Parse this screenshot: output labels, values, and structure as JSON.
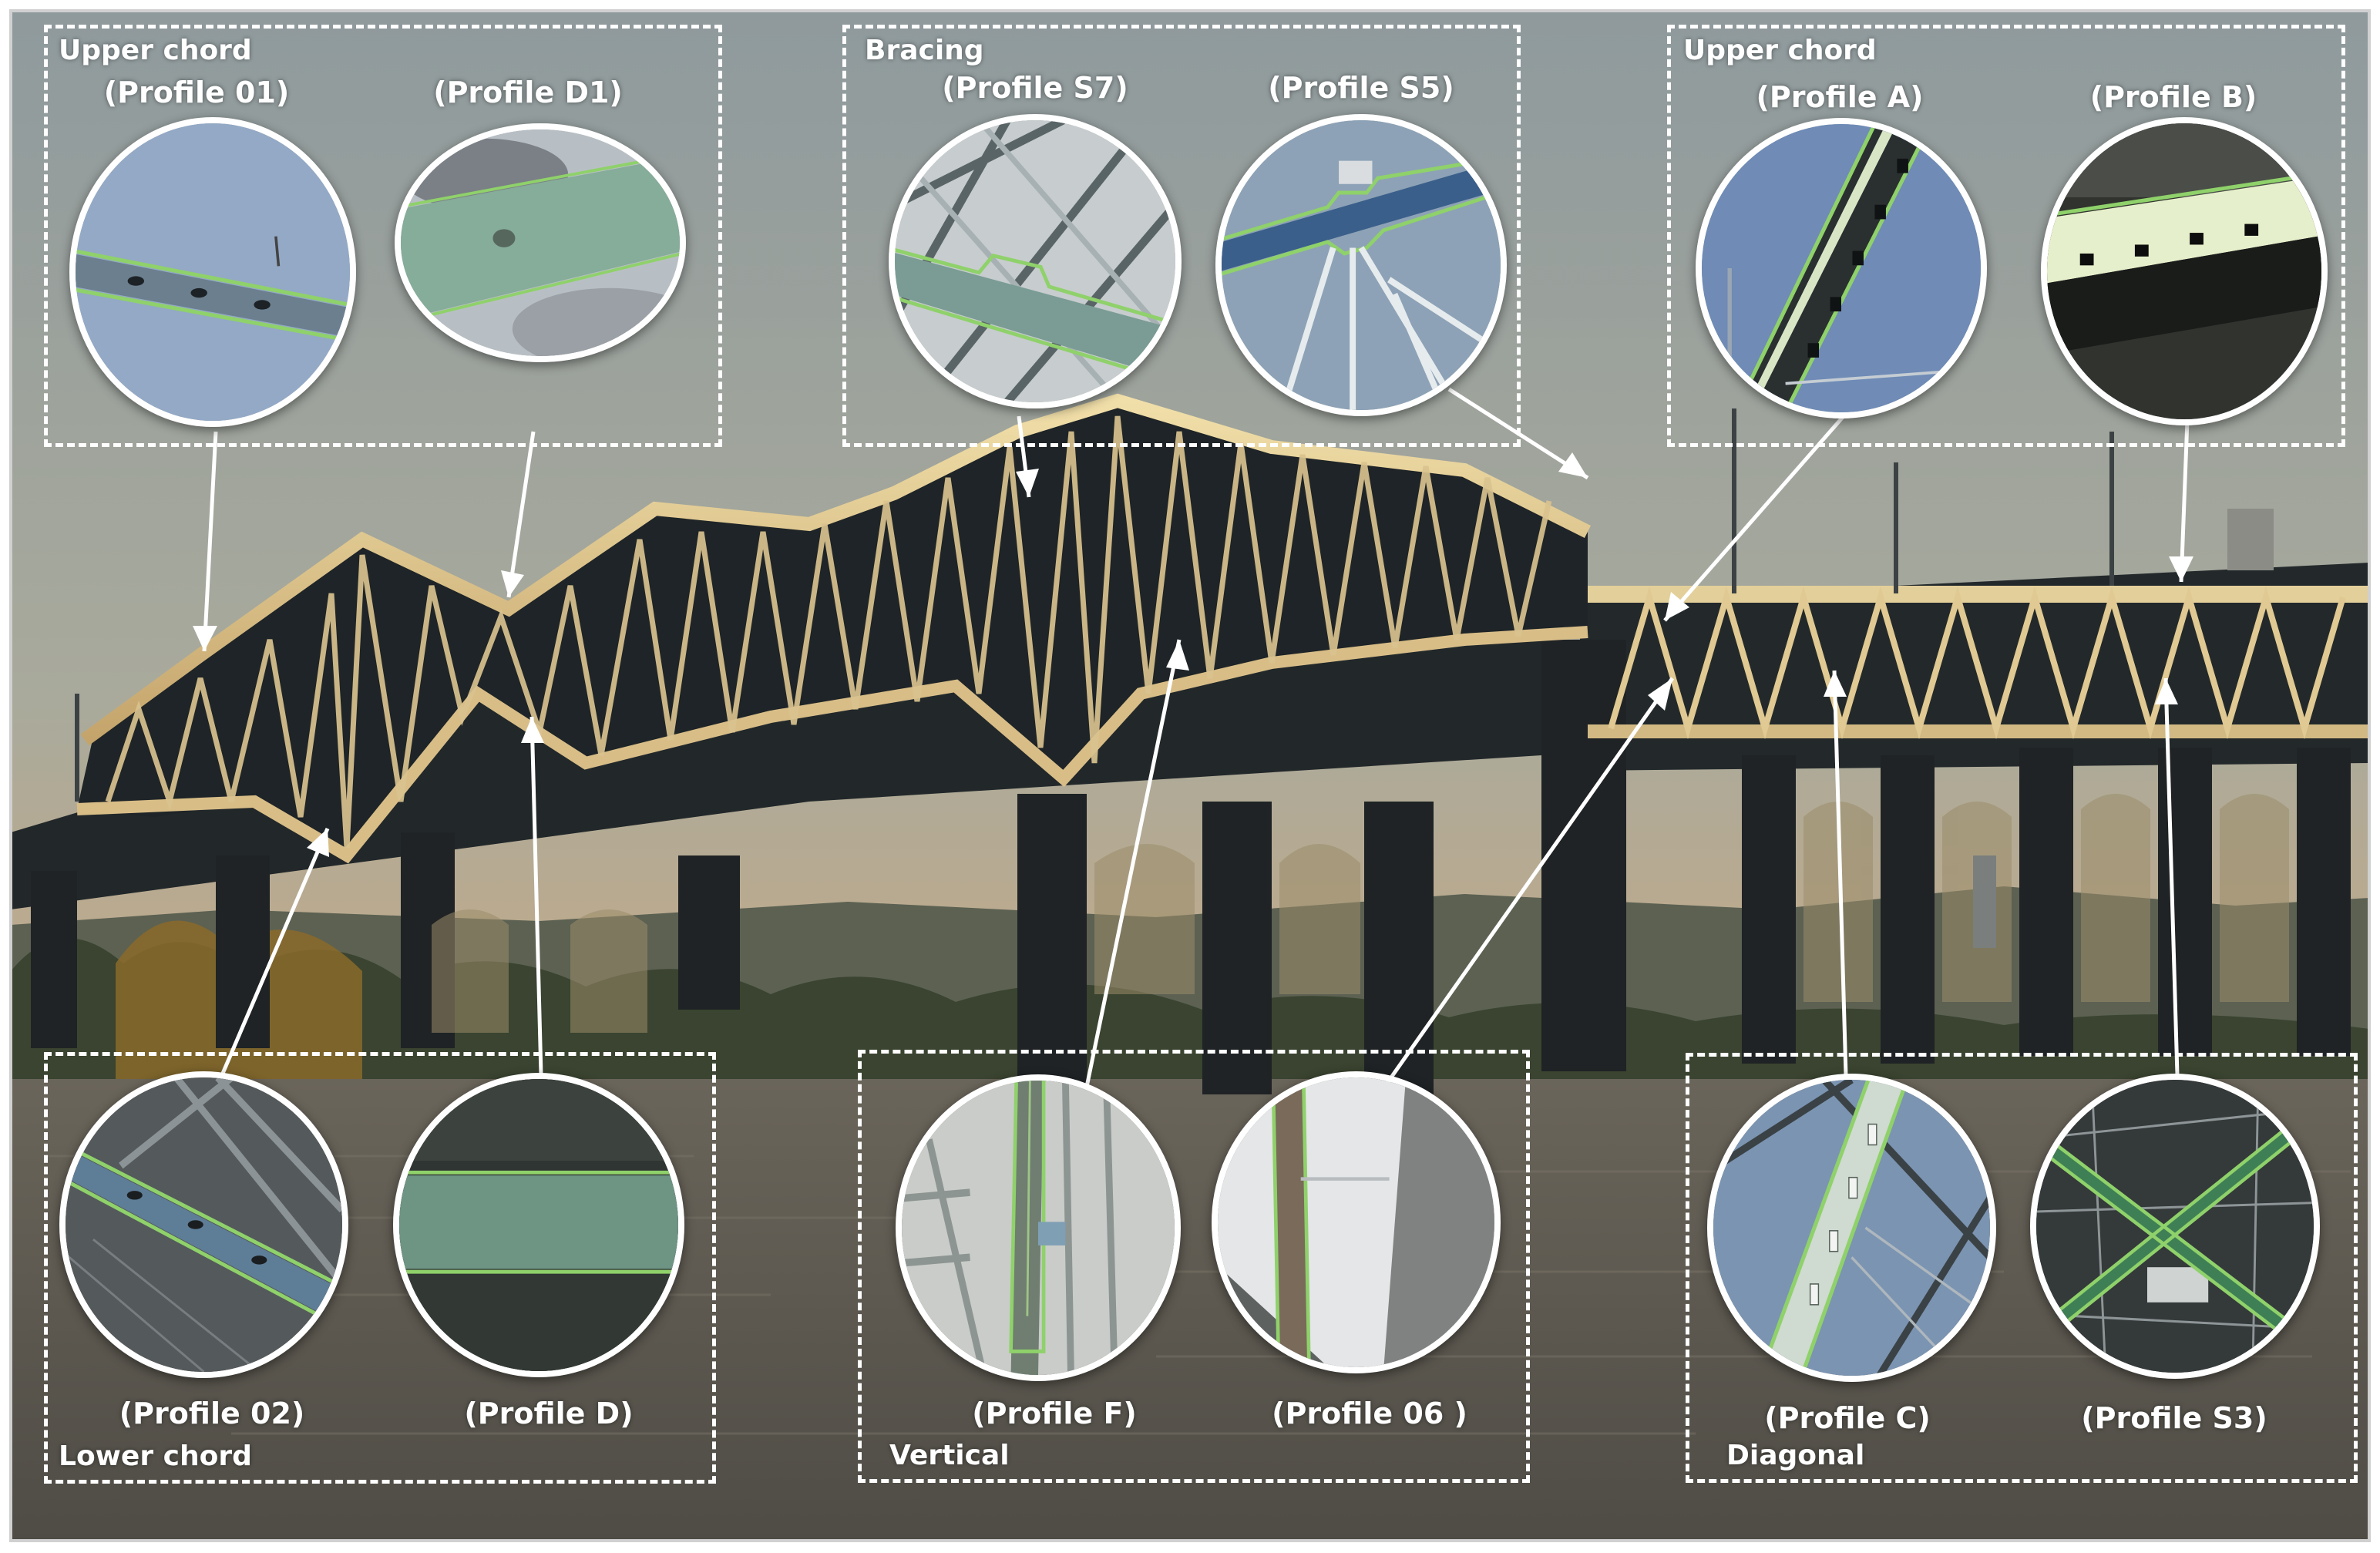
{
  "groups": {
    "upper_chord_left": {
      "title": "Upper chord",
      "profiles": [
        "(Profile 01)",
        "(Profile D1)"
      ]
    },
    "bracing": {
      "title": "Bracing",
      "profiles": [
        "(Profile S7)",
        "(Profile S5)"
      ]
    },
    "upper_chord_right": {
      "title": "Upper chord",
      "profiles": [
        "(Profile A)",
        "(Profile B)"
      ]
    },
    "lower_chord": {
      "title": "Lower chord",
      "profiles": [
        "(Profile 02)",
        "(Profile D)"
      ]
    },
    "vertical": {
      "title": "Vertical",
      "profiles": [
        "(Profile F)",
        "(Profile 06 )"
      ]
    },
    "diagonal": {
      "title": "Diagonal",
      "profiles": [
        "(Profile C)",
        "(Profile S3)"
      ]
    }
  },
  "colors": {
    "highlight": "#8fd16a",
    "steel_lit": "#e8d8a8",
    "steel_dark": "#1c2124",
    "sky_top": "#8f9a9d",
    "sky_bottom": "#d2a97c",
    "water": "#5b574f",
    "callout": "#ffffff"
  }
}
